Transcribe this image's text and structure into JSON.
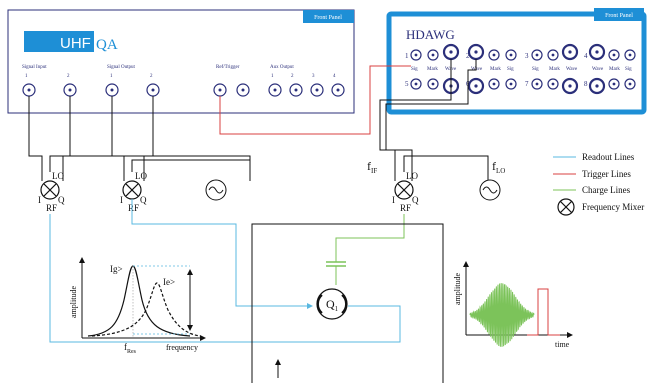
{
  "uhf_panel": {
    "badge": "Front Panel",
    "logo_uhf": "UHF",
    "logo_qa": "QA",
    "group_signal_input": "Signal Input",
    "group_signal_output": "Signal Output",
    "group_ref_trigger": "Ref/Trigger",
    "group_aux_output": "Aux Output",
    "port_nums": [
      "1",
      "2",
      "1",
      "2",
      "1",
      "2",
      "3",
      "4"
    ]
  },
  "hdawg_panel": {
    "badge": "Front Panel",
    "title": "HDAWG",
    "channel_nums": [
      "1",
      "2",
      "3",
      "4",
      "5",
      "6",
      "7",
      "8"
    ],
    "port_labels_row": [
      "Sig",
      "Mark",
      "Wave",
      "Wave",
      "Mark",
      "Sig",
      "Sig",
      "Mark",
      "Wave",
      "Wave",
      "Mark",
      "Sig"
    ]
  },
  "mixers": {
    "mixer1": {
      "lo": "LO",
      "i": "I",
      "q": "Q",
      "rf": "RF"
    },
    "mixer2": {
      "lo": "LO",
      "i": "I",
      "q": "Q",
      "rf": "RF"
    },
    "mixer3": {
      "lo": "LO",
      "i": "I",
      "q": "Q",
      "rf": "RF"
    }
  },
  "labels": {
    "f_if": "f",
    "f_if_sub": "IF",
    "f_lo": "f",
    "f_lo_sub": "LO",
    "qubit": "Q",
    "qubit_sub": "1"
  },
  "legend": {
    "readout": "Readout Lines",
    "trigger": "Trigger Lines",
    "charge": "Charge Lines",
    "mixer": "Frequency Mixer"
  },
  "colors": {
    "readout": "#5ab8e0",
    "trigger": "#d94040",
    "charge": "#7cc35a",
    "hdawg_frame": "#1e8fd6",
    "panel_text": "#2b2f7a"
  },
  "plot_left": {
    "ylabel": "amplitude",
    "xlabel": "frequency",
    "ig": "Ig>",
    "ie": "Ie>",
    "fres": "f",
    "fres_sub": "Res"
  },
  "plot_right": {
    "ylabel": "amplitude",
    "xlabel": "time"
  }
}
